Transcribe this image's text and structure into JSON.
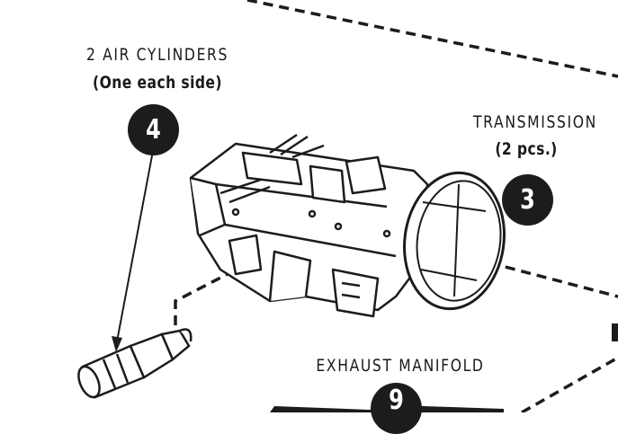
{
  "callouts": {
    "air_cylinders": {
      "label": "2 AIR CYLINDERS",
      "sublabel": "(One each side)",
      "number": "4"
    },
    "transmission": {
      "label": "TRANSMISSION",
      "sublabel": "(2 pcs.)",
      "number": "3"
    },
    "exhaust_manifold": {
      "label": "EXHAUST MANIFOLD",
      "number": "9"
    }
  },
  "colors": {
    "ink": "#1c1c1c",
    "paper": "#ffffff"
  }
}
